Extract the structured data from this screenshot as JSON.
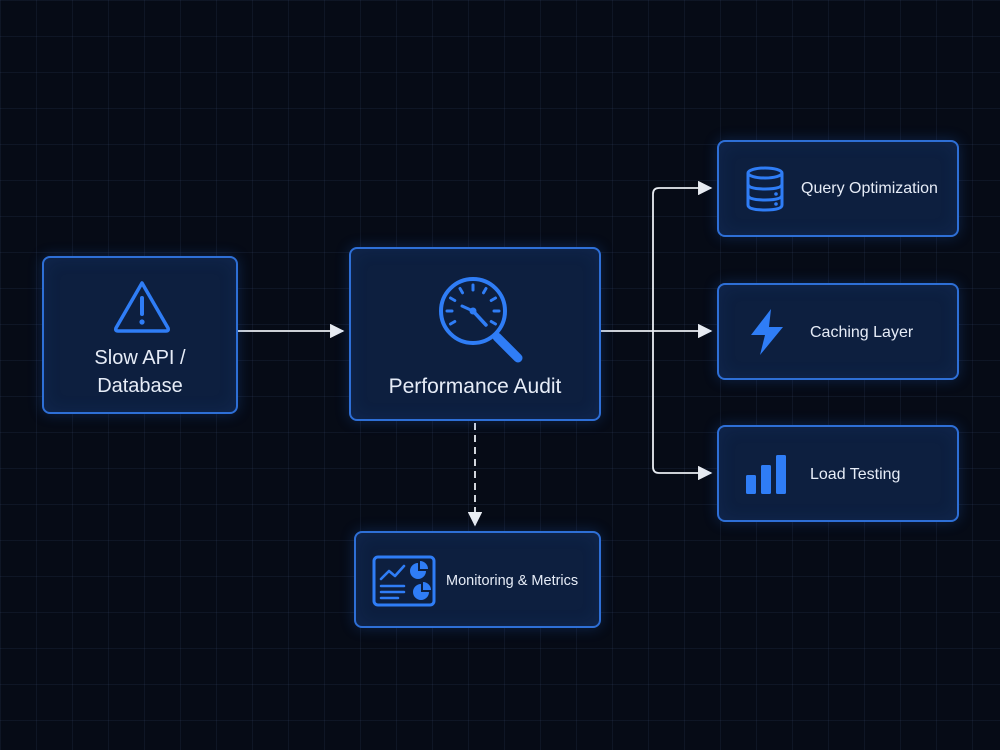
{
  "diagram": {
    "nodes": {
      "slow_api": {
        "label_line1": "Slow API /",
        "label_line2": "Database",
        "icon": "warning-triangle-icon"
      },
      "audit": {
        "label": "Performance Audit",
        "icon": "magnifier-gauge-icon"
      },
      "query": {
        "label": "Query Optimization",
        "icon": "database-icon"
      },
      "cache": {
        "label": "Caching Layer",
        "icon": "lightning-bolt-icon"
      },
      "load": {
        "label": "Load Testing",
        "icon": "bar-chart-icon"
      },
      "monitor": {
        "label": "Monitoring & Metrics",
        "icon": "dashboard-icon"
      }
    },
    "edges": [
      {
        "from": "slow_api",
        "to": "audit",
        "style": "solid"
      },
      {
        "from": "audit",
        "to": "query",
        "style": "solid"
      },
      {
        "from": "audit",
        "to": "cache",
        "style": "solid"
      },
      {
        "from": "audit",
        "to": "load",
        "style": "solid"
      },
      {
        "from": "audit",
        "to": "monitor",
        "style": "dashed"
      }
    ]
  },
  "colors": {
    "background": "#060b16",
    "node_fill": "#0d1f3f",
    "node_border": "#2e6fd6",
    "icon": "#2f7df6",
    "arrow": "#e8ecf2",
    "text": "#e6ecf7"
  }
}
